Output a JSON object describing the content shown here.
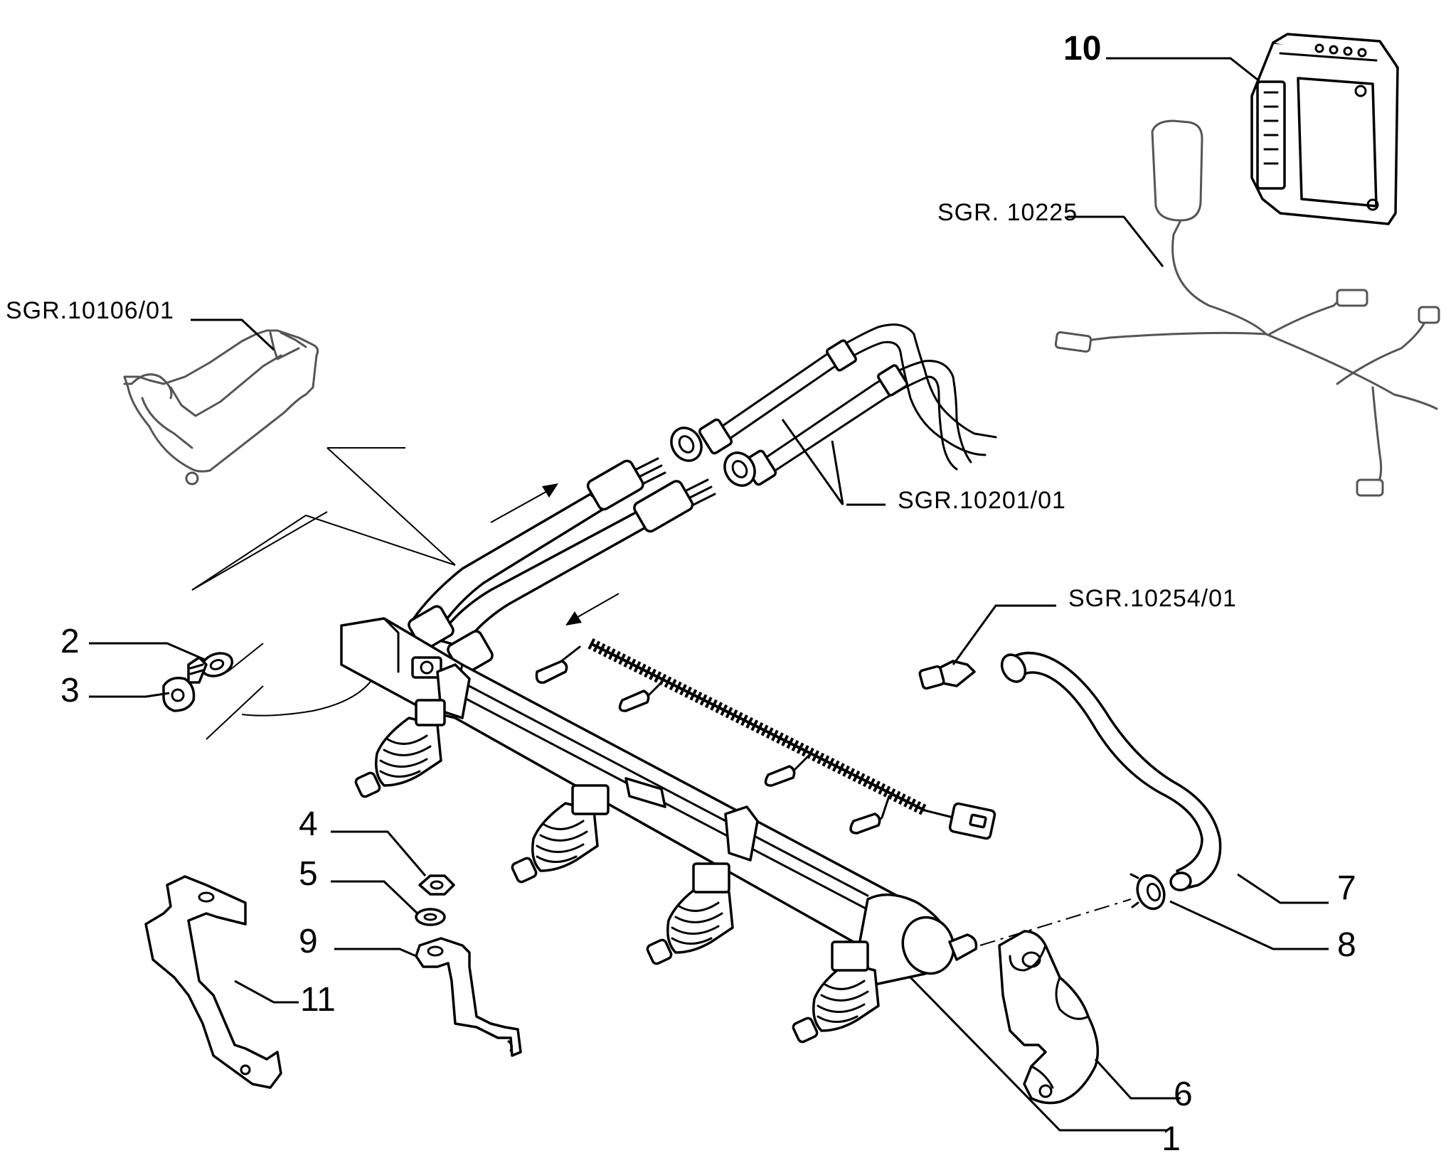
{
  "callouts": {
    "c1": "1",
    "c2": "2",
    "c3": "3",
    "c4": "4",
    "c5": "5",
    "c6": "6",
    "c7": "7",
    "c8": "8",
    "c9": "9",
    "c10": "10",
    "c11": "11"
  },
  "references": {
    "sgr_10225": "SGR. 10225",
    "sgr_10106": "SGR.10106/01",
    "sgr_10201": "SGR.10201/01",
    "sgr_10254": "SGR.10254/01"
  }
}
